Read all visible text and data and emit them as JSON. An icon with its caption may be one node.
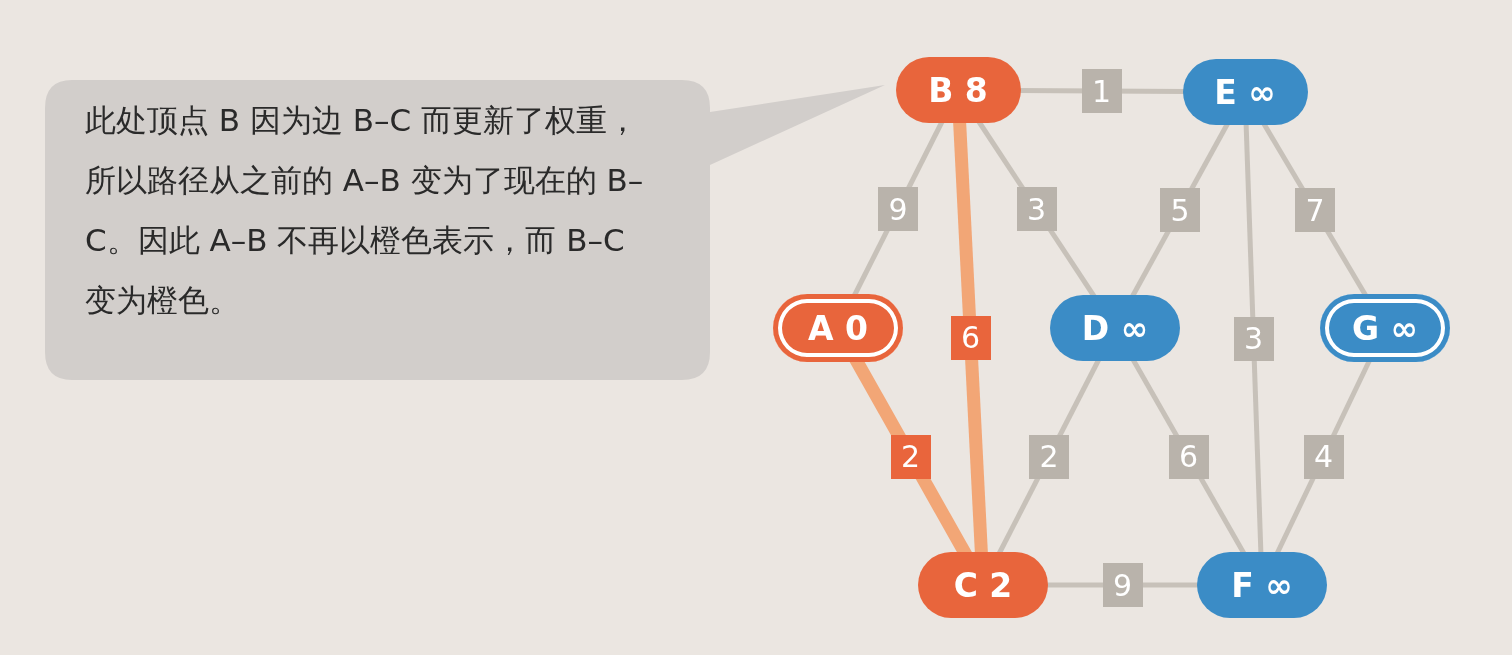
{
  "diagram": {
    "nodes": [
      {
        "text": [
          "此处顶点 B 因为边 B–C 而更新了权重，所以路径从之前的 A–B 变为了现在的 B–C。因此 A–B 不再以橙色表示，而 B–C 变为橙色。"
        ]
      },
      {
        "text": [
          "B 8"
        ]
      },
      {
        "text": [
          "E ∞"
        ]
      },
      {
        "text": [
          "A 0"
        ]
      },
      {
        "text": [
          "D ∞"
        ]
      },
      {
        "text": [
          "G ∞"
        ]
      },
      {
        "text": [
          "C 2"
        ]
      },
      {
        "text": [
          "F ∞"
        ]
      }
    ],
    "edges": [
      {
        "from": 1,
        "to": 2,
        "arrow": "none",
        "label": "1"
      },
      {
        "from": 1,
        "to": 3,
        "arrow": "none",
        "label": "9"
      },
      {
        "from": 1,
        "to": 6,
        "arrow": "none",
        "label": "6",
        "style": "thick",
        "color": "#f2a676"
      },
      {
        "from": 1,
        "to": 4,
        "arrow": "none",
        "label": "3"
      },
      {
        "from": 2,
        "to": 4,
        "arrow": "none",
        "label": "5"
      },
      {
        "from": 2,
        "to": 7,
        "arrow": "none",
        "label": "3"
      },
      {
        "from": 2,
        "to": 5,
        "arrow": "none",
        "label": "7"
      },
      {
        "from": 3,
        "to": 6,
        "arrow": "none",
        "label": "2",
        "style": "thick",
        "color": "#f2a676"
      },
      {
        "from": 4,
        "to": 6,
        "arrow": "none",
        "label": "2"
      },
      {
        "from": 4,
        "to": 7,
        "arrow": "none",
        "label": "6"
      },
      {
        "from": 5,
        "to": 7,
        "arrow": "none",
        "label": "4"
      },
      {
        "from": 6,
        "to": 7,
        "arrow": "none",
        "label": "9"
      }
    ]
  }
}
